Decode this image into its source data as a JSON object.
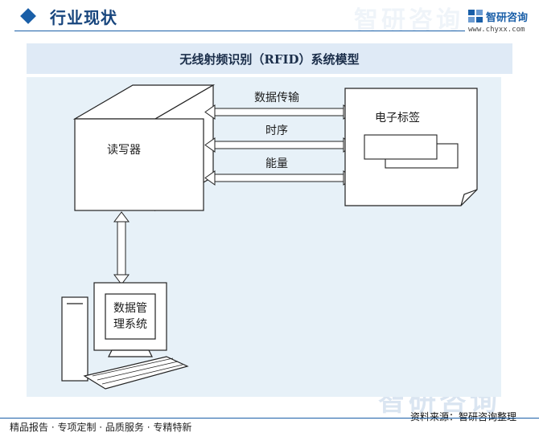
{
  "header": {
    "section_title": "行业现状",
    "logo_name": "智研咨询",
    "logo_url": "www.chyxx.com"
  },
  "figure": {
    "title": "无线射频识别（RFID）系统模型"
  },
  "diagram": {
    "reader_label": "读写器",
    "tag_label": "电子标签",
    "link_data": "数据传输",
    "link_timing": "时序",
    "link_energy": "能量",
    "dbms_line1": "数据管",
    "dbms_line2": "理系统"
  },
  "footer": {
    "slogan": "精品报告 · 专项定制 · 品质服务 · 专精特新",
    "source": "资料来源：智研咨询整理"
  },
  "colors": {
    "brand": "#1a5fa8",
    "band": "#dfeaf6",
    "diagram_bg": "#e7f1f8"
  }
}
